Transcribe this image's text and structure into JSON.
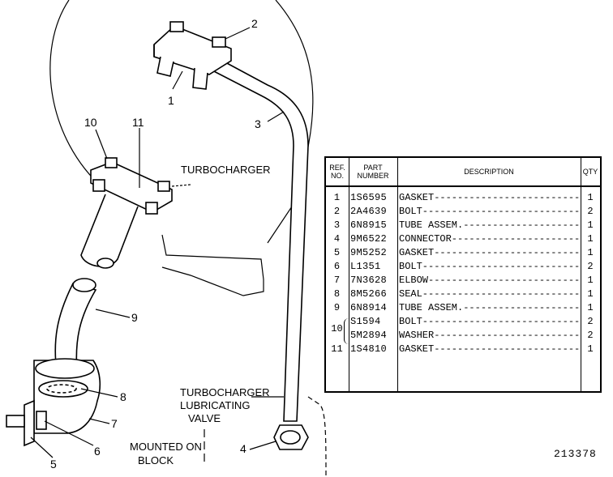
{
  "callouts": {
    "c1": "1",
    "c2": "2",
    "c3": "3",
    "c4": "4",
    "c5": "5",
    "c6": "6",
    "c7": "7",
    "c8": "8",
    "c9": "9",
    "c10": "10",
    "c11": "11"
  },
  "labels": {
    "turbocharger": "TURBOCHARGER",
    "valve_line1": "TURBOCHARGER",
    "valve_line2": "LUBRICATING",
    "valve_line3": "VALVE",
    "mounted_line1": "MOUNTED ON",
    "mounted_line2": "BLOCK"
  },
  "figure_number": "213378",
  "table": {
    "headers": {
      "ref": "REF. NO.",
      "part": "PART NUMBER",
      "desc": "DESCRIPTION",
      "qty": "QTY"
    },
    "rows": [
      {
        "ref": "1",
        "part": "1S6595",
        "desc": "GASKET",
        "qty": "1"
      },
      {
        "ref": "2",
        "part": "2A4639",
        "desc": "BOLT",
        "qty": "2"
      },
      {
        "ref": "3",
        "part": "6N8915",
        "desc": "TUBE ASSEM.",
        "qty": "1"
      },
      {
        "ref": "4",
        "part": "9M6522",
        "desc": "CONNECTOR",
        "qty": "1"
      },
      {
        "ref": "5",
        "part": "9M5252",
        "desc": "GASKET",
        "qty": "1"
      },
      {
        "ref": "6",
        "part": "L1351",
        "desc": "BOLT",
        "qty": "2"
      },
      {
        "ref": "7",
        "part": "7N3628",
        "desc": "ELBOW",
        "qty": "1"
      },
      {
        "ref": "8",
        "part": "8M5266",
        "desc": "SEAL",
        "qty": "1"
      },
      {
        "ref": "9",
        "part": "6N8914",
        "desc": "TUBE ASSEM.",
        "qty": "1"
      },
      {
        "ref": "",
        "part": "S1594",
        "desc": "BOLT",
        "qty": "2"
      },
      {
        "ref": "",
        "part": "5M2894",
        "desc": "WASHER",
        "qty": "2"
      },
      {
        "ref": "11",
        "part": "1S4810",
        "desc": "GASKET",
        "qty": "1"
      }
    ],
    "group_ref_10": "10"
  }
}
